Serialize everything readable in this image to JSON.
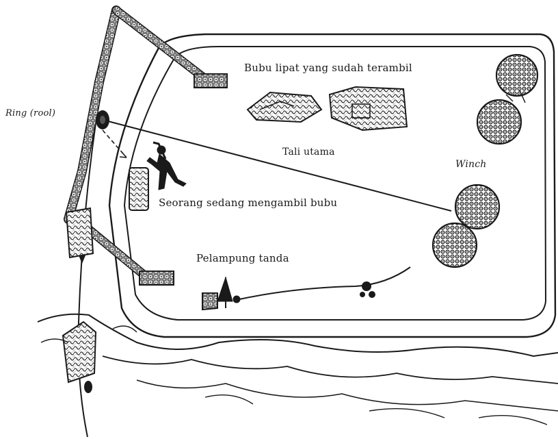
{
  "labels": {
    "retrieved_traps": "Bubu lipat yang sudah terambil",
    "ring": "Ring (rool)",
    "main_line": "Tali utama",
    "winch": "Winch",
    "person": "Seorang sedang mengambil bubu",
    "marker_buoy": "Pelampung tanda"
  },
  "colors": {
    "ink": "#1a1a1a",
    "paper": "#ffffff"
  }
}
